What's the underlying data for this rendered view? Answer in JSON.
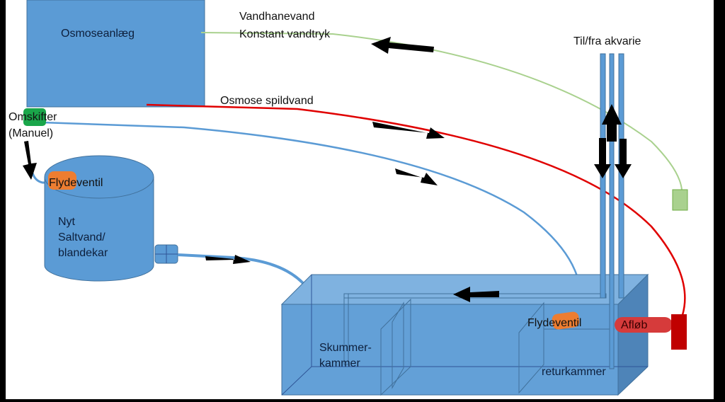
{
  "diagram": {
    "labels": {
      "ro_unit": "Osmoseanlæg",
      "tap_water_line1": "Vandhanevand",
      "tap_water_line2": "Konstant vandtryk",
      "to_from_aquarium": "Til/fra akvarie",
      "ro_waste": "Osmose spildvand",
      "switch_line1": "Omskifter",
      "switch_line2": "(Manuel)",
      "float_valve_mix": "Flydeventil",
      "mix_tank_line1": "Nyt",
      "mix_tank_line2": "Saltvand/",
      "mix_tank_line3": "blandekar",
      "float_valve_sump": "Flydeventil",
      "drain": "Afløb",
      "skimmer_line1": "Skummer-",
      "skimmer_line2": "kammer",
      "return_chamber": "returkammer"
    },
    "colors": {
      "component_blue": "#5b9bd5",
      "tap_water_green": "#a9d18e",
      "waste_red": "#e00000",
      "ro_water_blue": "#5b9bd5",
      "switch_green": "#1aa64a",
      "float_orange": "#ed7d31",
      "drain_red": "#c00000",
      "arrow": "#000000"
    }
  }
}
